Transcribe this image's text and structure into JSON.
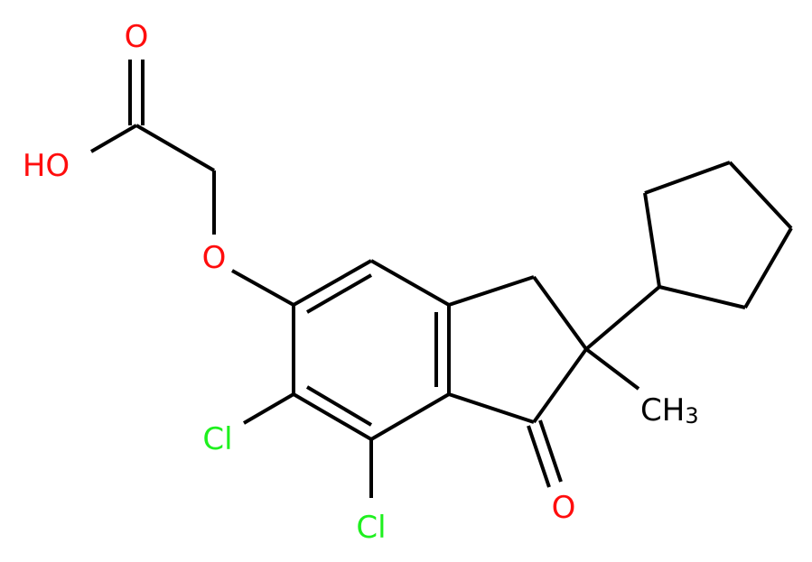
{
  "colors": {
    "bond": "#000000",
    "oxygen": "#ff0d0d",
    "chlorine": "#1ff01f",
    "carbon_label": "#000000",
    "background": "#ffffff"
  },
  "labels": {
    "carbonyl_oxygen_acid": "O",
    "hydroxyl": "HO",
    "ether_oxygen": "O",
    "ketone_oxygen": "O",
    "chlorine_upper": "Cl",
    "chlorine_lower": "Cl",
    "methyl_main": "CH",
    "methyl_sub": "3"
  }
}
